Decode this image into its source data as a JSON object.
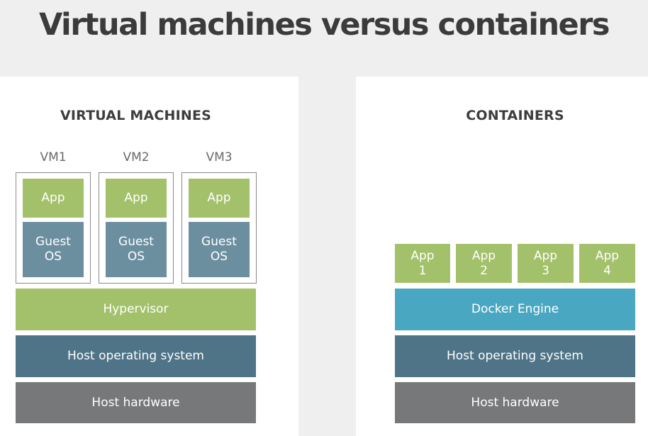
{
  "title": "Virtual machines versus containers",
  "vm_section": {
    "heading": "VIRTUAL MACHINES",
    "vms": [
      {
        "label": "VM1",
        "app": "App",
        "guest_os": "Guest\nOS"
      },
      {
        "label": "VM2",
        "app": "App",
        "guest_os": "Guest\nOS"
      },
      {
        "label": "VM3",
        "app": "App",
        "guest_os": "Guest\nOS"
      }
    ],
    "hypervisor": "Hypervisor",
    "host_os": "Host operating system",
    "host_hardware": "Host hardware"
  },
  "container_section": {
    "heading": "CONTAINERS",
    "apps": [
      "App\n1",
      "App\n2",
      "App\n3",
      "App\n4"
    ],
    "docker_engine": "Docker Engine",
    "host_os": "Host operating system",
    "host_hardware": "Host hardware"
  },
  "colors": {
    "app_green": "#a3c16a",
    "guest_os": "#6c8fa0",
    "host_os": "#4f7487",
    "hardware": "#77787a",
    "docker": "#4aa7c1"
  }
}
